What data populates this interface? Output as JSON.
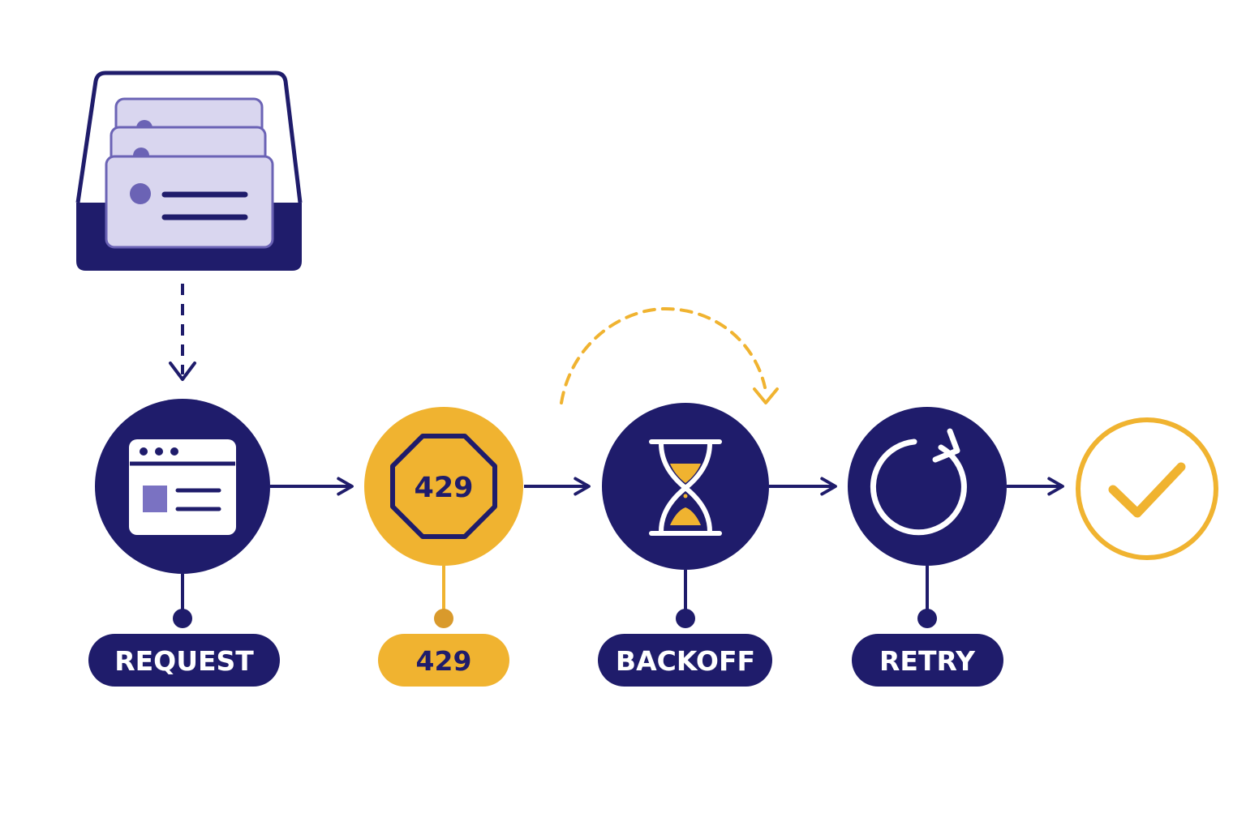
{
  "colors": {
    "navy": "#1f1c6b",
    "amber": "#f0b330",
    "lavender": "#d9d6ef",
    "lavender_stroke": "#6b63b5",
    "background": "#ffffff"
  },
  "inbox": {
    "icon": "inbox-tray-icon"
  },
  "steps": [
    {
      "id": "request",
      "label": "REQUEST",
      "icon": "browser-window-icon",
      "tone": "navy"
    },
    {
      "id": "rate-limit",
      "label": "429",
      "icon": "stop-sign-icon",
      "tone": "amber",
      "badge_text": "429"
    },
    {
      "id": "backoff",
      "label": "BACKOFF",
      "icon": "hourglass-icon",
      "tone": "navy"
    },
    {
      "id": "retry",
      "label": "RETRY",
      "icon": "refresh-icon",
      "tone": "navy"
    }
  ],
  "success": {
    "icon": "checkmark-icon",
    "tone": "amber"
  }
}
